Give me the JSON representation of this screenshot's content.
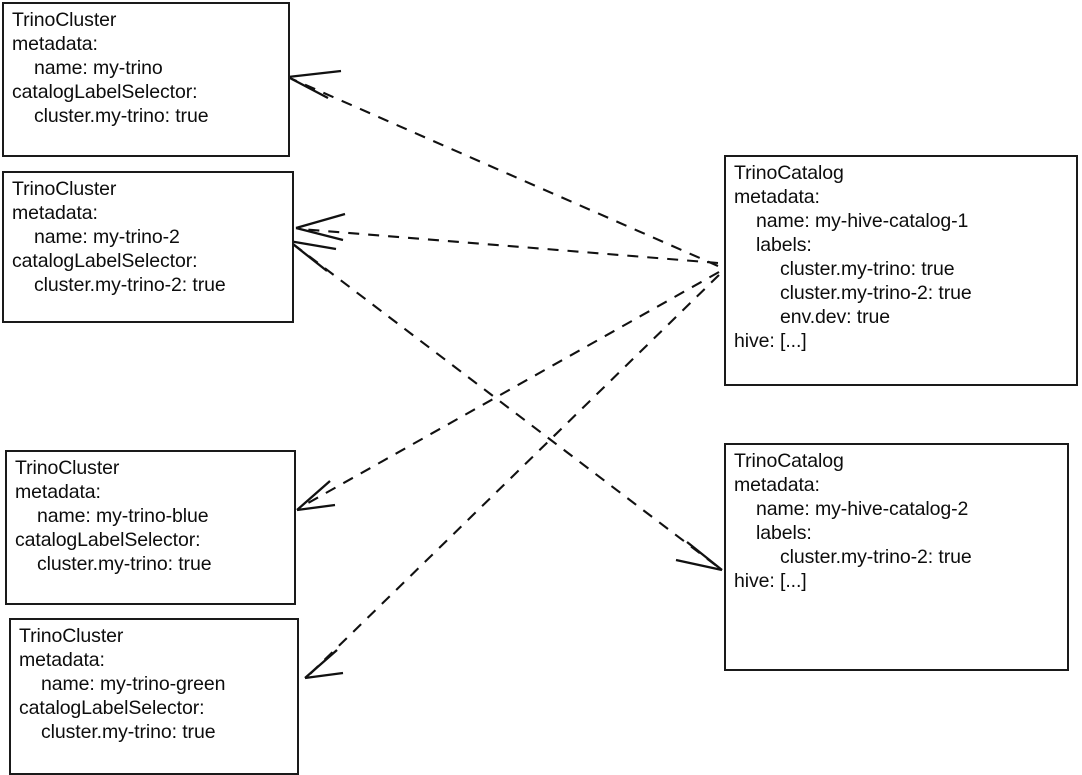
{
  "diagram": {
    "title": "TrinoCluster / TrinoCatalog label selector matching",
    "type": "kubernetes-resource-relationship-diagram",
    "background_color": "#ffffff",
    "line_color": "#111111",
    "box_border_color": "#1a1a1a",
    "edge_style": "dashed-with-open-arrowhead"
  },
  "nodes": [
    {
      "id": "trinocluster-my-trino",
      "kind": "TrinoCluster",
      "lines": [
        {
          "text": "TrinoCluster",
          "indent": 0
        },
        {
          "text": "metadata:",
          "indent": 0
        },
        {
          "text": "name: my-trino",
          "indent": 1
        },
        {
          "text": "catalogLabelSelector:",
          "indent": 0
        },
        {
          "text": "cluster.my-trino: true",
          "indent": 1
        }
      ]
    },
    {
      "id": "trinocluster-my-trino-2",
      "kind": "TrinoCluster",
      "lines": [
        {
          "text": "TrinoCluster",
          "indent": 0
        },
        {
          "text": "metadata:",
          "indent": 0
        },
        {
          "text": "name: my-trino-2",
          "indent": 1
        },
        {
          "text": "catalogLabelSelector:",
          "indent": 0
        },
        {
          "text": "cluster.my-trino-2: true",
          "indent": 1
        }
      ]
    },
    {
      "id": "trinocluster-my-trino-blue",
      "kind": "TrinoCluster",
      "lines": [
        {
          "text": "TrinoCluster",
          "indent": 0
        },
        {
          "text": "metadata:",
          "indent": 0
        },
        {
          "text": "name: my-trino-blue",
          "indent": 1
        },
        {
          "text": "catalogLabelSelector:",
          "indent": 0
        },
        {
          "text": "cluster.my-trino: true",
          "indent": 1
        }
      ]
    },
    {
      "id": "trinocluster-my-trino-green",
      "kind": "TrinoCluster",
      "lines": [
        {
          "text": "TrinoCluster",
          "indent": 0
        },
        {
          "text": "metadata:",
          "indent": 0
        },
        {
          "text": "name: my-trino-green",
          "indent": 1
        },
        {
          "text": "catalogLabelSelector:",
          "indent": 0
        },
        {
          "text": "cluster.my-trino: true",
          "indent": 1
        }
      ]
    },
    {
      "id": "trinocatalog-my-hive-catalog-1",
      "kind": "TrinoCatalog",
      "lines": [
        {
          "text": "TrinoCatalog",
          "indent": 0
        },
        {
          "text": "metadata:",
          "indent": 0
        },
        {
          "text": "name: my-hive-catalog-1",
          "indent": 1
        },
        {
          "text": "labels:",
          "indent": 1
        },
        {
          "text": "cluster.my-trino: true",
          "indent": 2
        },
        {
          "text": "cluster.my-trino-2: true",
          "indent": 2
        },
        {
          "text": "env.dev: true",
          "indent": 2
        },
        {
          "text": "hive: [...]",
          "indent": 0
        }
      ]
    },
    {
      "id": "trinocatalog-my-hive-catalog-2",
      "kind": "TrinoCatalog",
      "lines": [
        {
          "text": "TrinoCatalog",
          "indent": 0
        },
        {
          "text": "metadata:",
          "indent": 0
        },
        {
          "text": "name: my-hive-catalog-2",
          "indent": 1
        },
        {
          "text": "labels:",
          "indent": 1
        },
        {
          "text": "cluster.my-trino-2: true",
          "indent": 2
        },
        {
          "text": "hive: [...]",
          "indent": 0
        }
      ]
    }
  ],
  "edges": [
    {
      "id": "edge-catalog1-to-cluster-my-trino",
      "from": "trinocatalog-my-hive-catalog-1",
      "to": "trinocluster-my-trino"
    },
    {
      "id": "edge-catalog1-to-cluster-my-trino-2",
      "from": "trinocatalog-my-hive-catalog-1",
      "to": "trinocluster-my-trino-2"
    },
    {
      "id": "edge-catalog1-to-cluster-my-trino-blue",
      "from": "trinocatalog-my-hive-catalog-1",
      "to": "trinocluster-my-trino-blue"
    },
    {
      "id": "edge-catalog1-to-cluster-my-trino-green",
      "from": "trinocatalog-my-hive-catalog-1",
      "to": "trinocluster-my-trino-green"
    },
    {
      "id": "edge-catalog2-to-cluster-my-trino-2",
      "from": "trinocatalog-my-hive-catalog-2",
      "to": "trinocluster-my-trino-2"
    }
  ]
}
